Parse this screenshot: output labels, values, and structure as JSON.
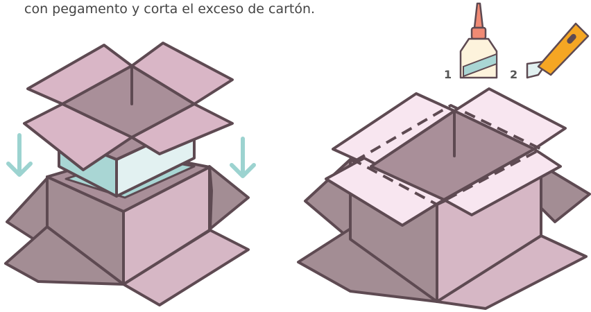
{
  "caption": "con pegamento y corta el exceso de cartón.",
  "steps": {
    "one": "1",
    "two": "2"
  },
  "icons": {
    "glue": "glue-bottle-icon",
    "cutter": "box-cutter-icon",
    "arrow": "arrow-down-icon"
  },
  "colors": {
    "outline": "#5e4a52",
    "flap": "#d9b6c6",
    "inner": "#a98f99",
    "box_side": "#a38d94",
    "box_front": "#d6b7c5",
    "teal": "#a9d6d4",
    "teal_light": "#e2f1f1",
    "flap_light": "#f8e6f0",
    "arrow": "#9cd3d0",
    "orange": "#f5a623"
  }
}
